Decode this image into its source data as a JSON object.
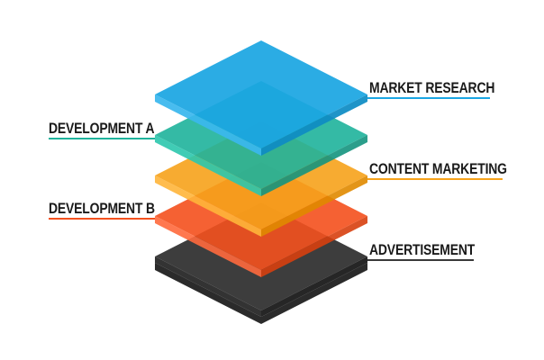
{
  "diagram": {
    "type": "layered-stack",
    "layers": [
      {
        "label": "ADVERTISEMENT",
        "color": "#3a3a3a",
        "side": "right",
        "order": 5
      },
      {
        "label": "DEVELOPMENT B",
        "color": "#f4511e",
        "side": "left",
        "order": 4
      },
      {
        "label": "CONTENT MARKETING",
        "color": "#f7a21b",
        "side": "right",
        "order": 3
      },
      {
        "label": "DEVELOPMENT A",
        "color": "#1fb39c",
        "side": "left",
        "order": 2
      },
      {
        "label": "MARKET RESEARCH",
        "color": "#1ba6e3",
        "side": "right",
        "order": 1
      }
    ]
  },
  "labels": {
    "market_research": "MARKET RESEARCH",
    "development_a": "DEVELOPMENT A",
    "content_marketing": "CONTENT MARKETING",
    "development_b": "DEVELOPMENT B",
    "advertisement": "ADVERTISEMENT"
  }
}
